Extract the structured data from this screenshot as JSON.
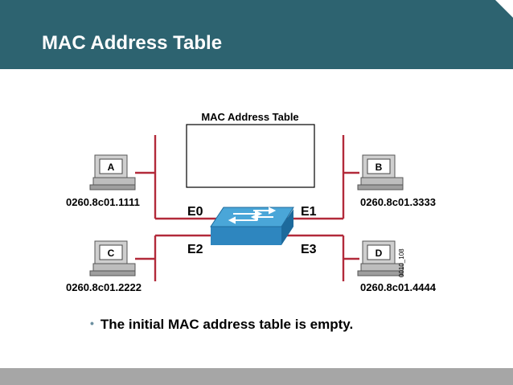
{
  "slide": {
    "title": "MAC Address Table",
    "bullet": "The initial MAC address table is empty."
  },
  "diagram": {
    "table_caption": "MAC Address Table",
    "ports": {
      "e0": "E0",
      "e1": "E1",
      "e2": "E2",
      "e3": "E3"
    },
    "hosts": [
      {
        "name": "A",
        "mac": "0260.8c01.1111"
      },
      {
        "name": "B",
        "mac": "0260.8c01.3333"
      },
      {
        "name": "C",
        "mac": "0260.8c01.2222"
      },
      {
        "name": "D",
        "mac": "0260.8c01.4444"
      }
    ],
    "figure_id": "0010_108"
  },
  "colors": {
    "header": "#2d6370",
    "wire": "#b22a3a",
    "switch_top": "#4aa6d8",
    "switch_front": "#2e86bf",
    "footer": "#a6a6a6"
  }
}
